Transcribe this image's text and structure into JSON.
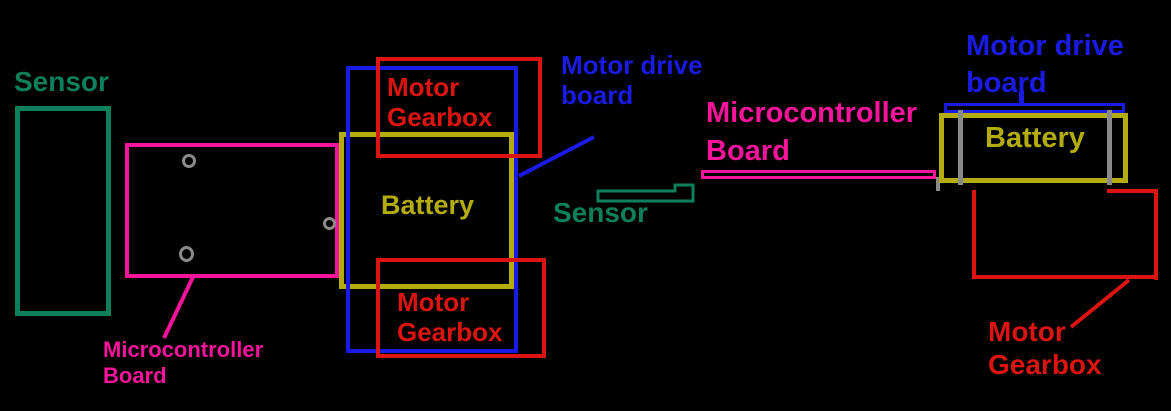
{
  "background_color": "#000000",
  "colors": {
    "sensor_green": "#0e7f5d",
    "microcontroller_magenta": "#f6149a",
    "motor_drive_blue": "#1a1ae4",
    "motor_gearbox_red": "#dc1411",
    "battery_yellow": "#b2ac0e",
    "hardware_gray": "#8a8a8a"
  },
  "assembled_view": {
    "sensor_label": "Sensor",
    "microcontroller_label": "Microcontroller Board",
    "motor_gearbox_top_label": "Motor Gearbox",
    "battery_label": "Battery",
    "motor_gearbox_bottom_label": "Motor Gearbox",
    "motor_drive_label": "Motor drive board"
  },
  "exploded_view": {
    "sensor_label": "Sensor",
    "microcontroller_label": "Microcontroller Board",
    "motor_drive_label": "Motor drive board",
    "battery_label": "Battery",
    "motor_gearbox_label": "Motor Gearbox"
  }
}
